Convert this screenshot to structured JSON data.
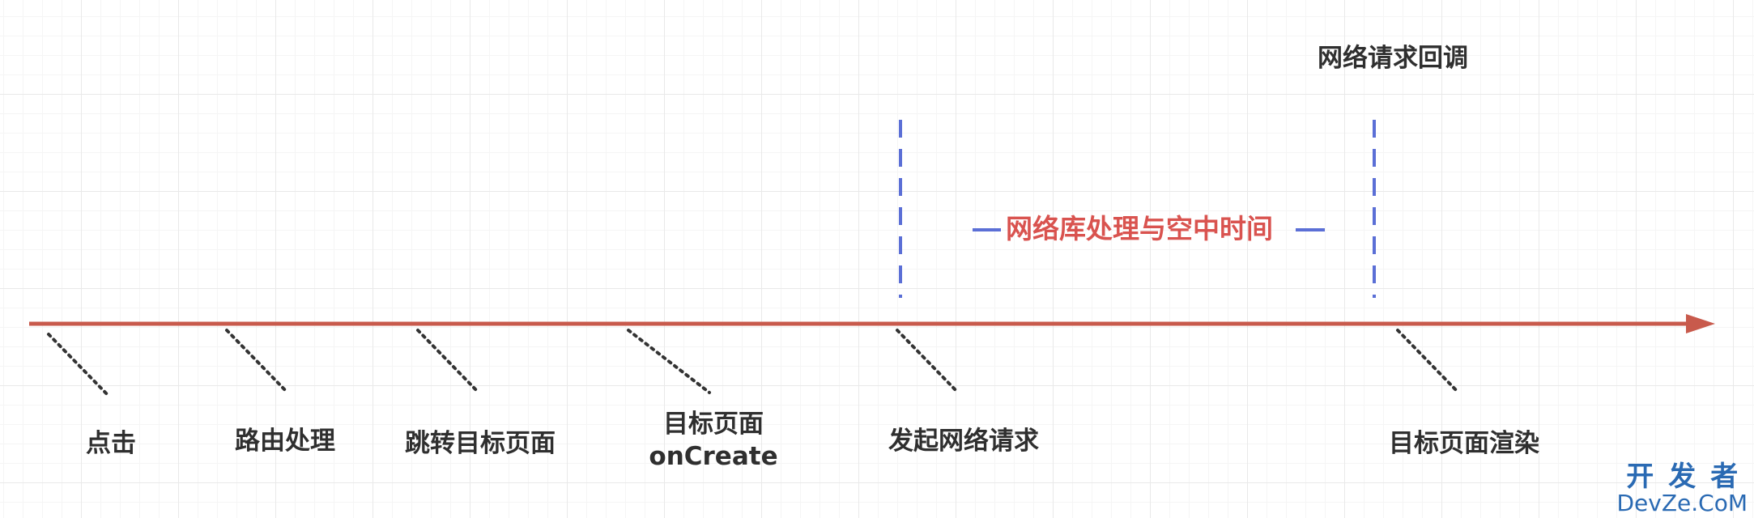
{
  "milestones": [
    {
      "label": "点击"
    },
    {
      "label": "路由处理"
    },
    {
      "label": "跳转目标页面"
    },
    {
      "label_line1": "目标页面",
      "label_line2": "onCreate"
    },
    {
      "label": "发起网络请求"
    },
    {
      "label": "目标页面渲染"
    }
  ],
  "callback_label": "网络请求回调",
  "span_label": "网络库处理与空中时间",
  "colors": {
    "timeline": "#c85a4c",
    "span_label": "#d9534f",
    "dashed_marker": "#5b6fd6",
    "tick_dots": "#333333",
    "watermark": "#2a6ab3"
  },
  "watermark": {
    "cn": "开发者",
    "en": "DevZe.CoM"
  }
}
